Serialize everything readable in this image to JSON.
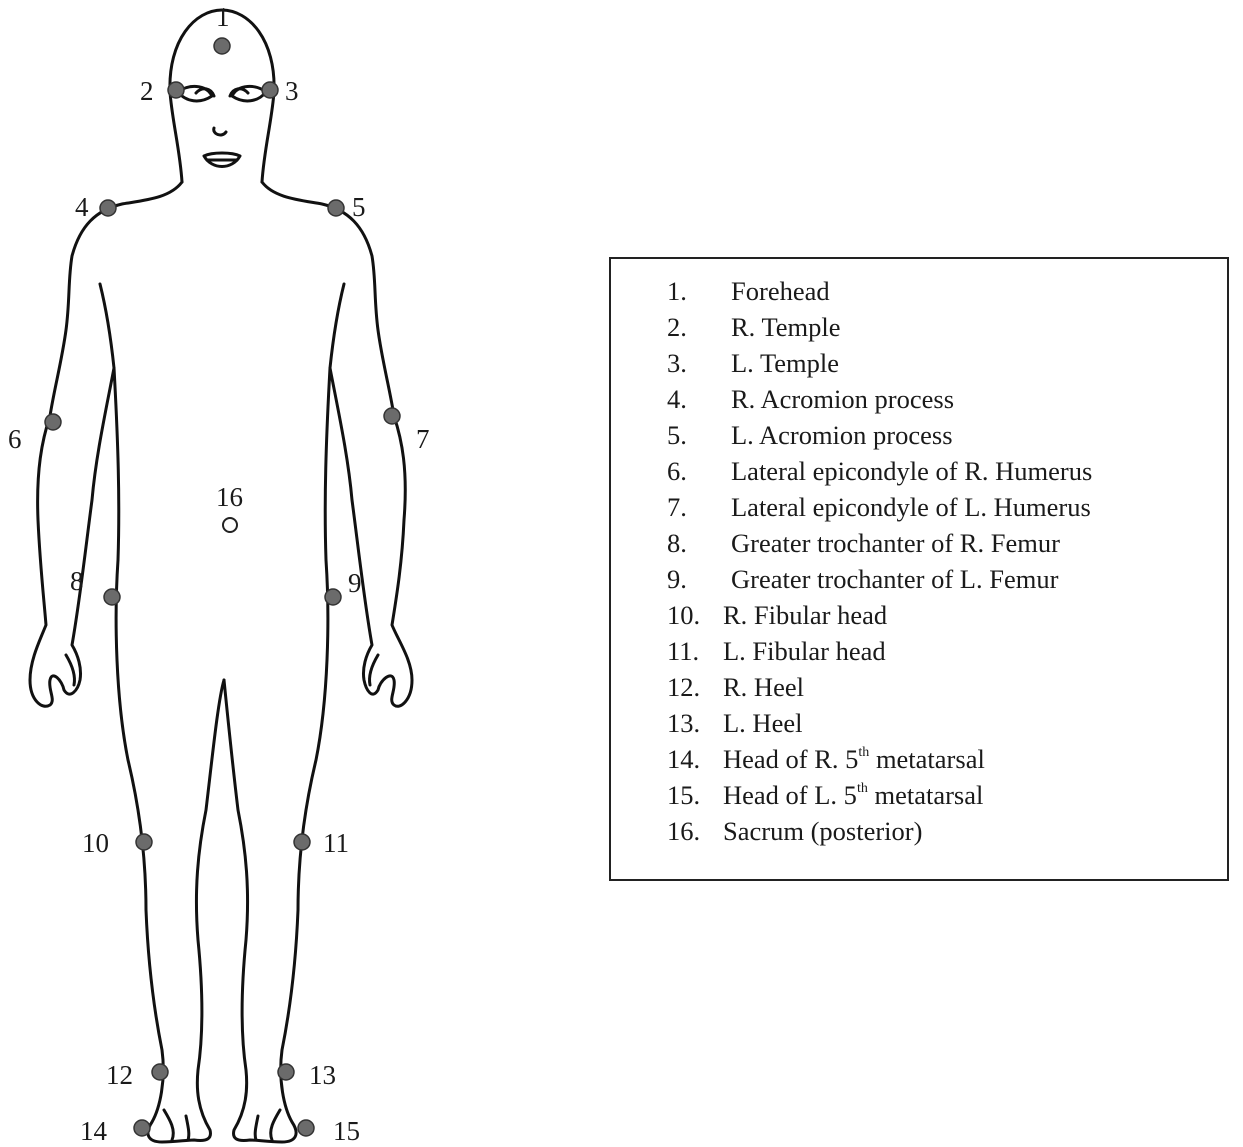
{
  "markers": [
    {
      "id": "1",
      "name": "forehead",
      "filled": true
    },
    {
      "id": "2",
      "name": "r-temple",
      "filled": true
    },
    {
      "id": "3",
      "name": "l-temple",
      "filled": true
    },
    {
      "id": "4",
      "name": "r-acromion",
      "filled": true
    },
    {
      "id": "5",
      "name": "l-acromion",
      "filled": true
    },
    {
      "id": "6",
      "name": "r-lateral-epicondyle",
      "filled": true
    },
    {
      "id": "7",
      "name": "l-lateral-epicondyle",
      "filled": true
    },
    {
      "id": "8",
      "name": "r-greater-trochanter",
      "filled": true
    },
    {
      "id": "9",
      "name": "l-greater-trochanter",
      "filled": true
    },
    {
      "id": "10",
      "name": "r-fibular-head",
      "filled": true
    },
    {
      "id": "11",
      "name": "l-fibular-head",
      "filled": true
    },
    {
      "id": "12",
      "name": "r-heel",
      "filled": true
    },
    {
      "id": "13",
      "name": "l-heel",
      "filled": true
    },
    {
      "id": "14",
      "name": "r-5th-metatarsal-head",
      "filled": true
    },
    {
      "id": "15",
      "name": "l-5th-metatarsal-head",
      "filled": true
    },
    {
      "id": "16",
      "name": "sacrum",
      "filled": false
    }
  ],
  "legend": [
    {
      "num": "1.",
      "text": "Forehead"
    },
    {
      "num": "2.",
      "text": "R. Temple"
    },
    {
      "num": "3.",
      "text": "L. Temple"
    },
    {
      "num": "4.",
      "text": "R. Acromion process"
    },
    {
      "num": "5.",
      "text": "L. Acromion process"
    },
    {
      "num": "6.",
      "text": "Lateral epicondyle of R. Humerus"
    },
    {
      "num": "7.",
      "text": "Lateral epicondyle of L. Humerus"
    },
    {
      "num": "8.",
      "text": "Greater trochanter of R. Femur"
    },
    {
      "num": "9.",
      "text": "Greater trochanter of L. Femur"
    },
    {
      "num": "10.",
      "text": "R. Fibular head"
    },
    {
      "num": "11.",
      "text": "L. Fibular head"
    },
    {
      "num": "12.",
      "text": "R. Heel"
    },
    {
      "num": "13.",
      "text": "L. Heel"
    },
    {
      "num": "14.",
      "text_before": "Head of R. 5",
      "sup": "th",
      "text_after": " metatarsal"
    },
    {
      "num": "15.",
      "text_before": "Head of L. 5",
      "sup": "th",
      "text_after": " metatarsal"
    },
    {
      "num": "16.",
      "text": "Sacrum (posterior)"
    }
  ],
  "colors": {
    "outline": "#111111",
    "marker": "#6b6b6b",
    "text": "#1a1a1a"
  }
}
